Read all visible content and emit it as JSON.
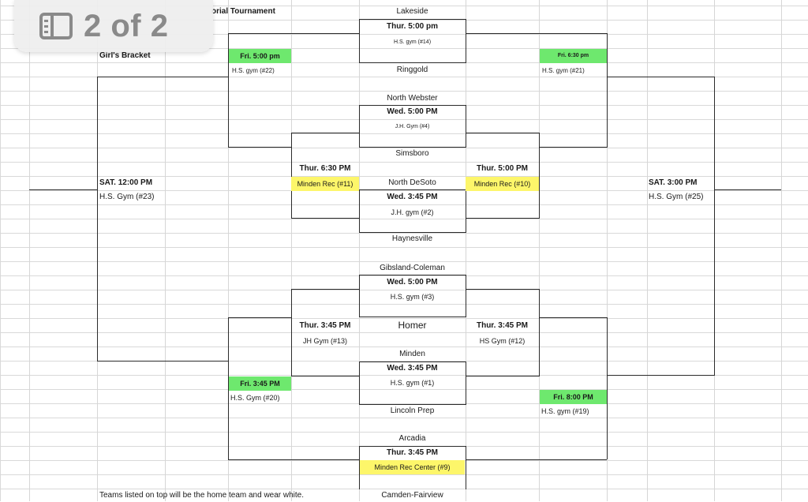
{
  "page_indicator": {
    "text": "2 of 2"
  },
  "header": {
    "title_fragment": "orial Tournament",
    "bracket_label": "Girl's Bracket"
  },
  "teams": {
    "lakeside": "Lakeside",
    "ringgold": "Ringgold",
    "north_webster": "North Webster",
    "simsboro": "Simsboro",
    "north_desoto": "North DeSoto",
    "haynesville": "Haynesville",
    "gibsland_coleman": "Gibsland-Coleman",
    "homer": "Homer",
    "minden": "Minden",
    "lincoln_prep": "Lincoln Prep",
    "arcadia": "Arcadia",
    "camden_fairview": "Camden-Fairview"
  },
  "games": {
    "g14": {
      "time": "Thur. 5:00 pm",
      "place": "H.S. gym   (#14)"
    },
    "g4": {
      "time": "Wed. 5:00 PM",
      "place": "J.H. Gym (#4)"
    },
    "g2": {
      "time": "Wed. 3:45 PM",
      "place": "J.H. gym (#2)"
    },
    "g3": {
      "time": "Wed. 5:00 PM",
      "place": "H.S. gym (#3)"
    },
    "g1": {
      "time": "Wed. 3:45 PM",
      "place": "H.S. gym (#1)"
    },
    "g9": {
      "time": "Thur. 3:45 PM",
      "place": "Minden Rec Center (#9)"
    },
    "g22": {
      "time": "Fri. 5:00  pm",
      "place": "H.S. gym    (#22)"
    },
    "g21": {
      "time": "Fri. 6:30 pm",
      "place": "H.S. gym     (#21)"
    },
    "g11": {
      "time": "Thur. 6:30 PM",
      "place": "Minden Rec (#11)"
    },
    "g10": {
      "time": "Thur. 5:00 PM",
      "place": "Minden Rec (#10)"
    },
    "g13": {
      "time": "Thur. 3:45 PM",
      "place": "JH Gym (#13)"
    },
    "g12": {
      "time": "Thur. 3:45 PM",
      "place": "HS Gym (#12)"
    },
    "g20": {
      "time": "Fri. 3:45 PM",
      "place": "H.S. Gym (#20)"
    },
    "g19": {
      "time": "Fri. 8:00 PM",
      "place": "H.S. gym (#19)"
    },
    "g23": {
      "time": "SAT. 12:00 PM",
      "place": "H.S. Gym (#23)"
    },
    "g25": {
      "time": "SAT. 3:00 PM",
      "place": "H.S. Gym (#25)"
    }
  },
  "footer": {
    "note": "Teams listed on top will be the home team and wear white."
  },
  "colors": {
    "green_highlight": "#6ee86e",
    "yellow_highlight": "#fdf66a"
  }
}
